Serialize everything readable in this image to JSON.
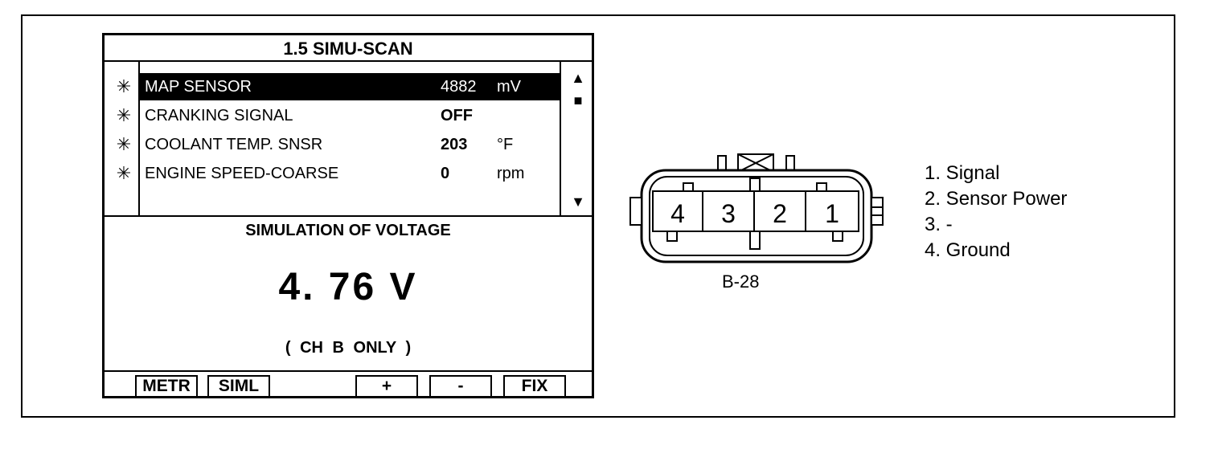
{
  "scanner": {
    "title": "1.5  SIMU-SCAN",
    "rows": [
      {
        "mark": "✳",
        "label": "MAP SENSOR",
        "value": "4882",
        "unit": "mV",
        "selected": true
      },
      {
        "mark": "✳",
        "label": "CRANKING SIGNAL",
        "value": "OFF",
        "unit": "",
        "selected": false
      },
      {
        "mark": "✳",
        "label": "COOLANT TEMP. SNSR",
        "value": "203",
        "unit": "°F",
        "selected": false
      },
      {
        "mark": "✳",
        "label": "ENGINE SPEED-COARSE",
        "value": "0",
        "unit": "rpm",
        "selected": false
      }
    ],
    "scroll_up": "▲",
    "scroll_stop": "■",
    "scroll_down": "▼",
    "simulation_label": "SIMULATION OF VOLTAGE",
    "simulation_value": "4. 76  V",
    "simulation_note": "(  CH B ONLY  )",
    "function_keys": [
      "METR",
      "SIML",
      "+",
      "-",
      "FIX"
    ]
  },
  "connector": {
    "pins": [
      "4",
      "3",
      "2",
      "1"
    ],
    "caption": "B-28"
  },
  "legend": [
    "1. Signal",
    "2. Sensor Power",
    "3. -",
    "4. Ground"
  ]
}
